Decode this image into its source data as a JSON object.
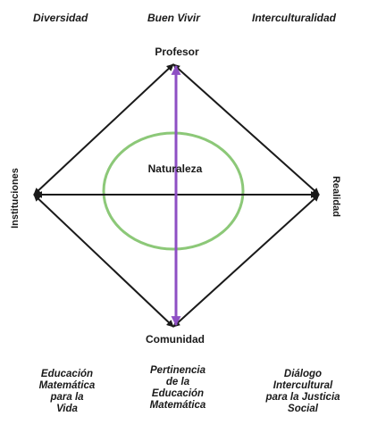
{
  "top_themes": [
    "Diversidad",
    "Buen Vivir",
    "Interculturalidad"
  ],
  "nodes": {
    "top": "Profesor",
    "bottom": "Comunidad",
    "left": "Instituciones",
    "right": "Realidad",
    "center": "Naturaleza"
  },
  "bottom_themes": [
    [
      "Educación",
      "Matemática",
      "para la",
      "Vida"
    ],
    [
      "Pertinencia",
      "de la",
      "Educación",
      "Matemática"
    ],
    [
      "Diálogo",
      "Intercultural",
      "para la Justicia",
      "Social"
    ]
  ],
  "colors": {
    "arrows": "#1a1a1a",
    "vertical_axis": "#8e4fc4",
    "circle": "#8cc878"
  }
}
